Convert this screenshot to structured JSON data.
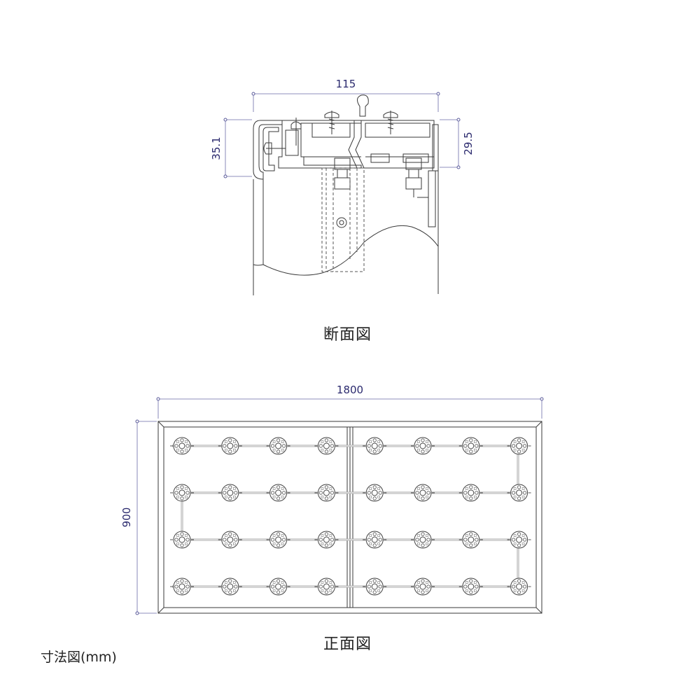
{
  "section": {
    "caption": "断面図",
    "dim_width": "115",
    "dim_left_height": "35.1",
    "dim_right_height": "29.5"
  },
  "front": {
    "caption": "正面図",
    "dim_width": "1800",
    "dim_height": "900",
    "layout": {
      "rows": 4,
      "cols": 8
    }
  },
  "footer": {
    "note": "寸法図(mm)"
  },
  "colors": {
    "dimension": "#2b2a6e",
    "line": "#3a3a3a"
  }
}
